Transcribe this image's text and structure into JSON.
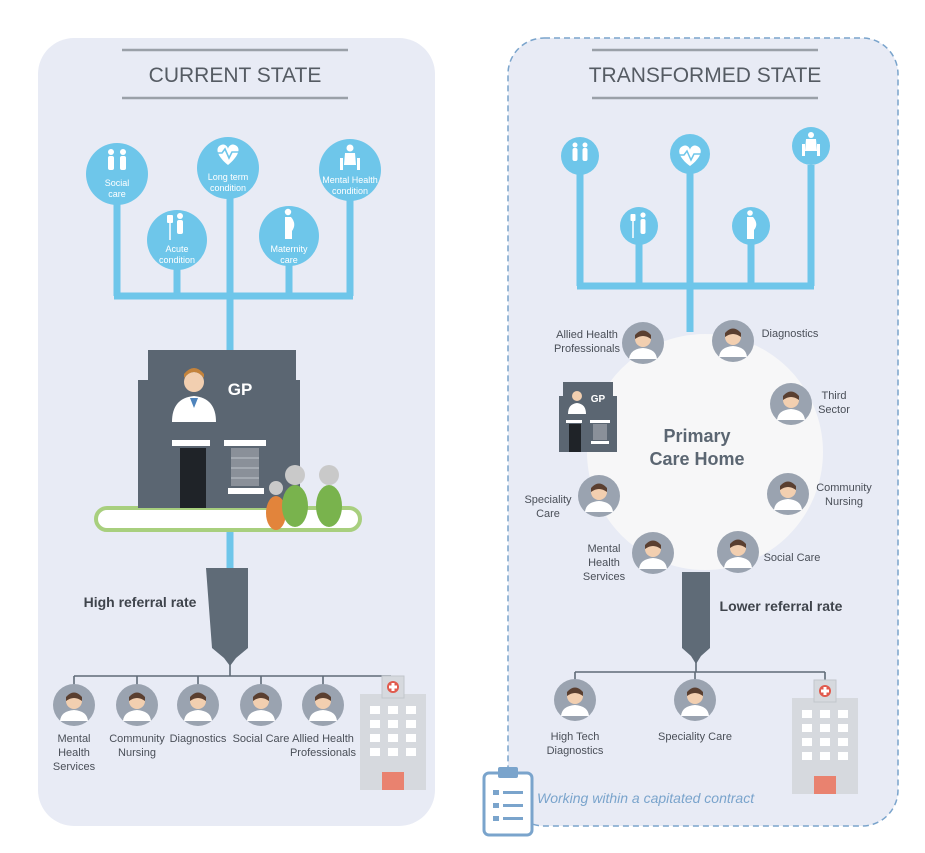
{
  "colors": {
    "panel_bg": "#e8ebf5",
    "tree_blue": "#6ec6ea",
    "building_dark": "#5b6672",
    "funnel_dark": "#5f6b77",
    "label_text": "#4a4f58",
    "contract_blue": "#7aa4cc",
    "platform_green": "#a8cf7e",
    "patient_green": "#79b34d",
    "patient_orange": "#e2843b",
    "hospital_grey": "#d2d5da",
    "hospital_red": "#e15a4d"
  },
  "current": {
    "title": "CURRENT STATE",
    "conditions": [
      {
        "icon": "family-icon",
        "label_lines": [
          "Social",
          "care"
        ]
      },
      {
        "icon": "iv-drip-icon",
        "label_lines": [
          "Acute",
          "condition"
        ]
      },
      {
        "icon": "heartbeat-icon",
        "label_lines": [
          "Long term",
          "condition"
        ]
      },
      {
        "icon": "pregnant-icon",
        "label_lines": [
          "Maternity",
          "care"
        ]
      },
      {
        "icon": "seated-person-icon",
        "label_lines": [
          "Mental Health",
          "condition"
        ]
      }
    ],
    "gp_label": "GP",
    "referral_label": "High referral rate",
    "services": [
      {
        "icon": "female-professional-icon",
        "label_lines": [
          "Mental",
          "Health",
          "Services"
        ]
      },
      {
        "icon": "nurse-icon",
        "label_lines": [
          "Community",
          "Nursing"
        ]
      },
      {
        "icon": "lab-tech-icon",
        "label_lines": [
          "Diagnostics"
        ]
      },
      {
        "icon": "social-worker-icon",
        "label_lines": [
          "Social Care"
        ]
      },
      {
        "icon": "surgeon-icon",
        "label_lines": [
          "Allied Health",
          "Professionals"
        ]
      }
    ]
  },
  "transformed": {
    "title": "TRANSFORMED STATE",
    "conditions": [
      {
        "icon": "family-icon"
      },
      {
        "icon": "iv-drip-icon"
      },
      {
        "icon": "heartbeat-icon"
      },
      {
        "icon": "pregnant-icon"
      },
      {
        "icon": "seated-person-icon"
      }
    ],
    "hub_lines": [
      "Primary",
      "Care Home"
    ],
    "gp_label": "GP",
    "ring_members": [
      {
        "icon": "surgeon-icon",
        "label_lines": [
          "Allied Health",
          "Professionals"
        ]
      },
      {
        "icon": "lab-tech-icon",
        "label_lines": [
          "Diagnostics"
        ]
      },
      {
        "icon": "volunteer-icon",
        "label_lines": [
          "Third",
          "Sector"
        ]
      },
      {
        "icon": "nurse-icon",
        "label_lines": [
          "Community",
          "Nursing"
        ]
      },
      {
        "icon": "social-worker-icon",
        "label_lines": [
          "Social Care"
        ]
      },
      {
        "icon": "female-professional-icon",
        "label_lines": [
          "Mental",
          "Health",
          "Services"
        ]
      },
      {
        "icon": "doctor-icon",
        "label_lines": [
          "Speciality",
          "Care"
        ]
      }
    ],
    "referral_label": "Lower referral rate",
    "services": [
      {
        "icon": "male-professional-icon",
        "label_lines": [
          "High Tech",
          "Diagnostics"
        ]
      },
      {
        "icon": "doctor-icon",
        "label_lines": [
          "Speciality Care"
        ]
      }
    ],
    "contract_label": "Working within a capitated contract"
  }
}
